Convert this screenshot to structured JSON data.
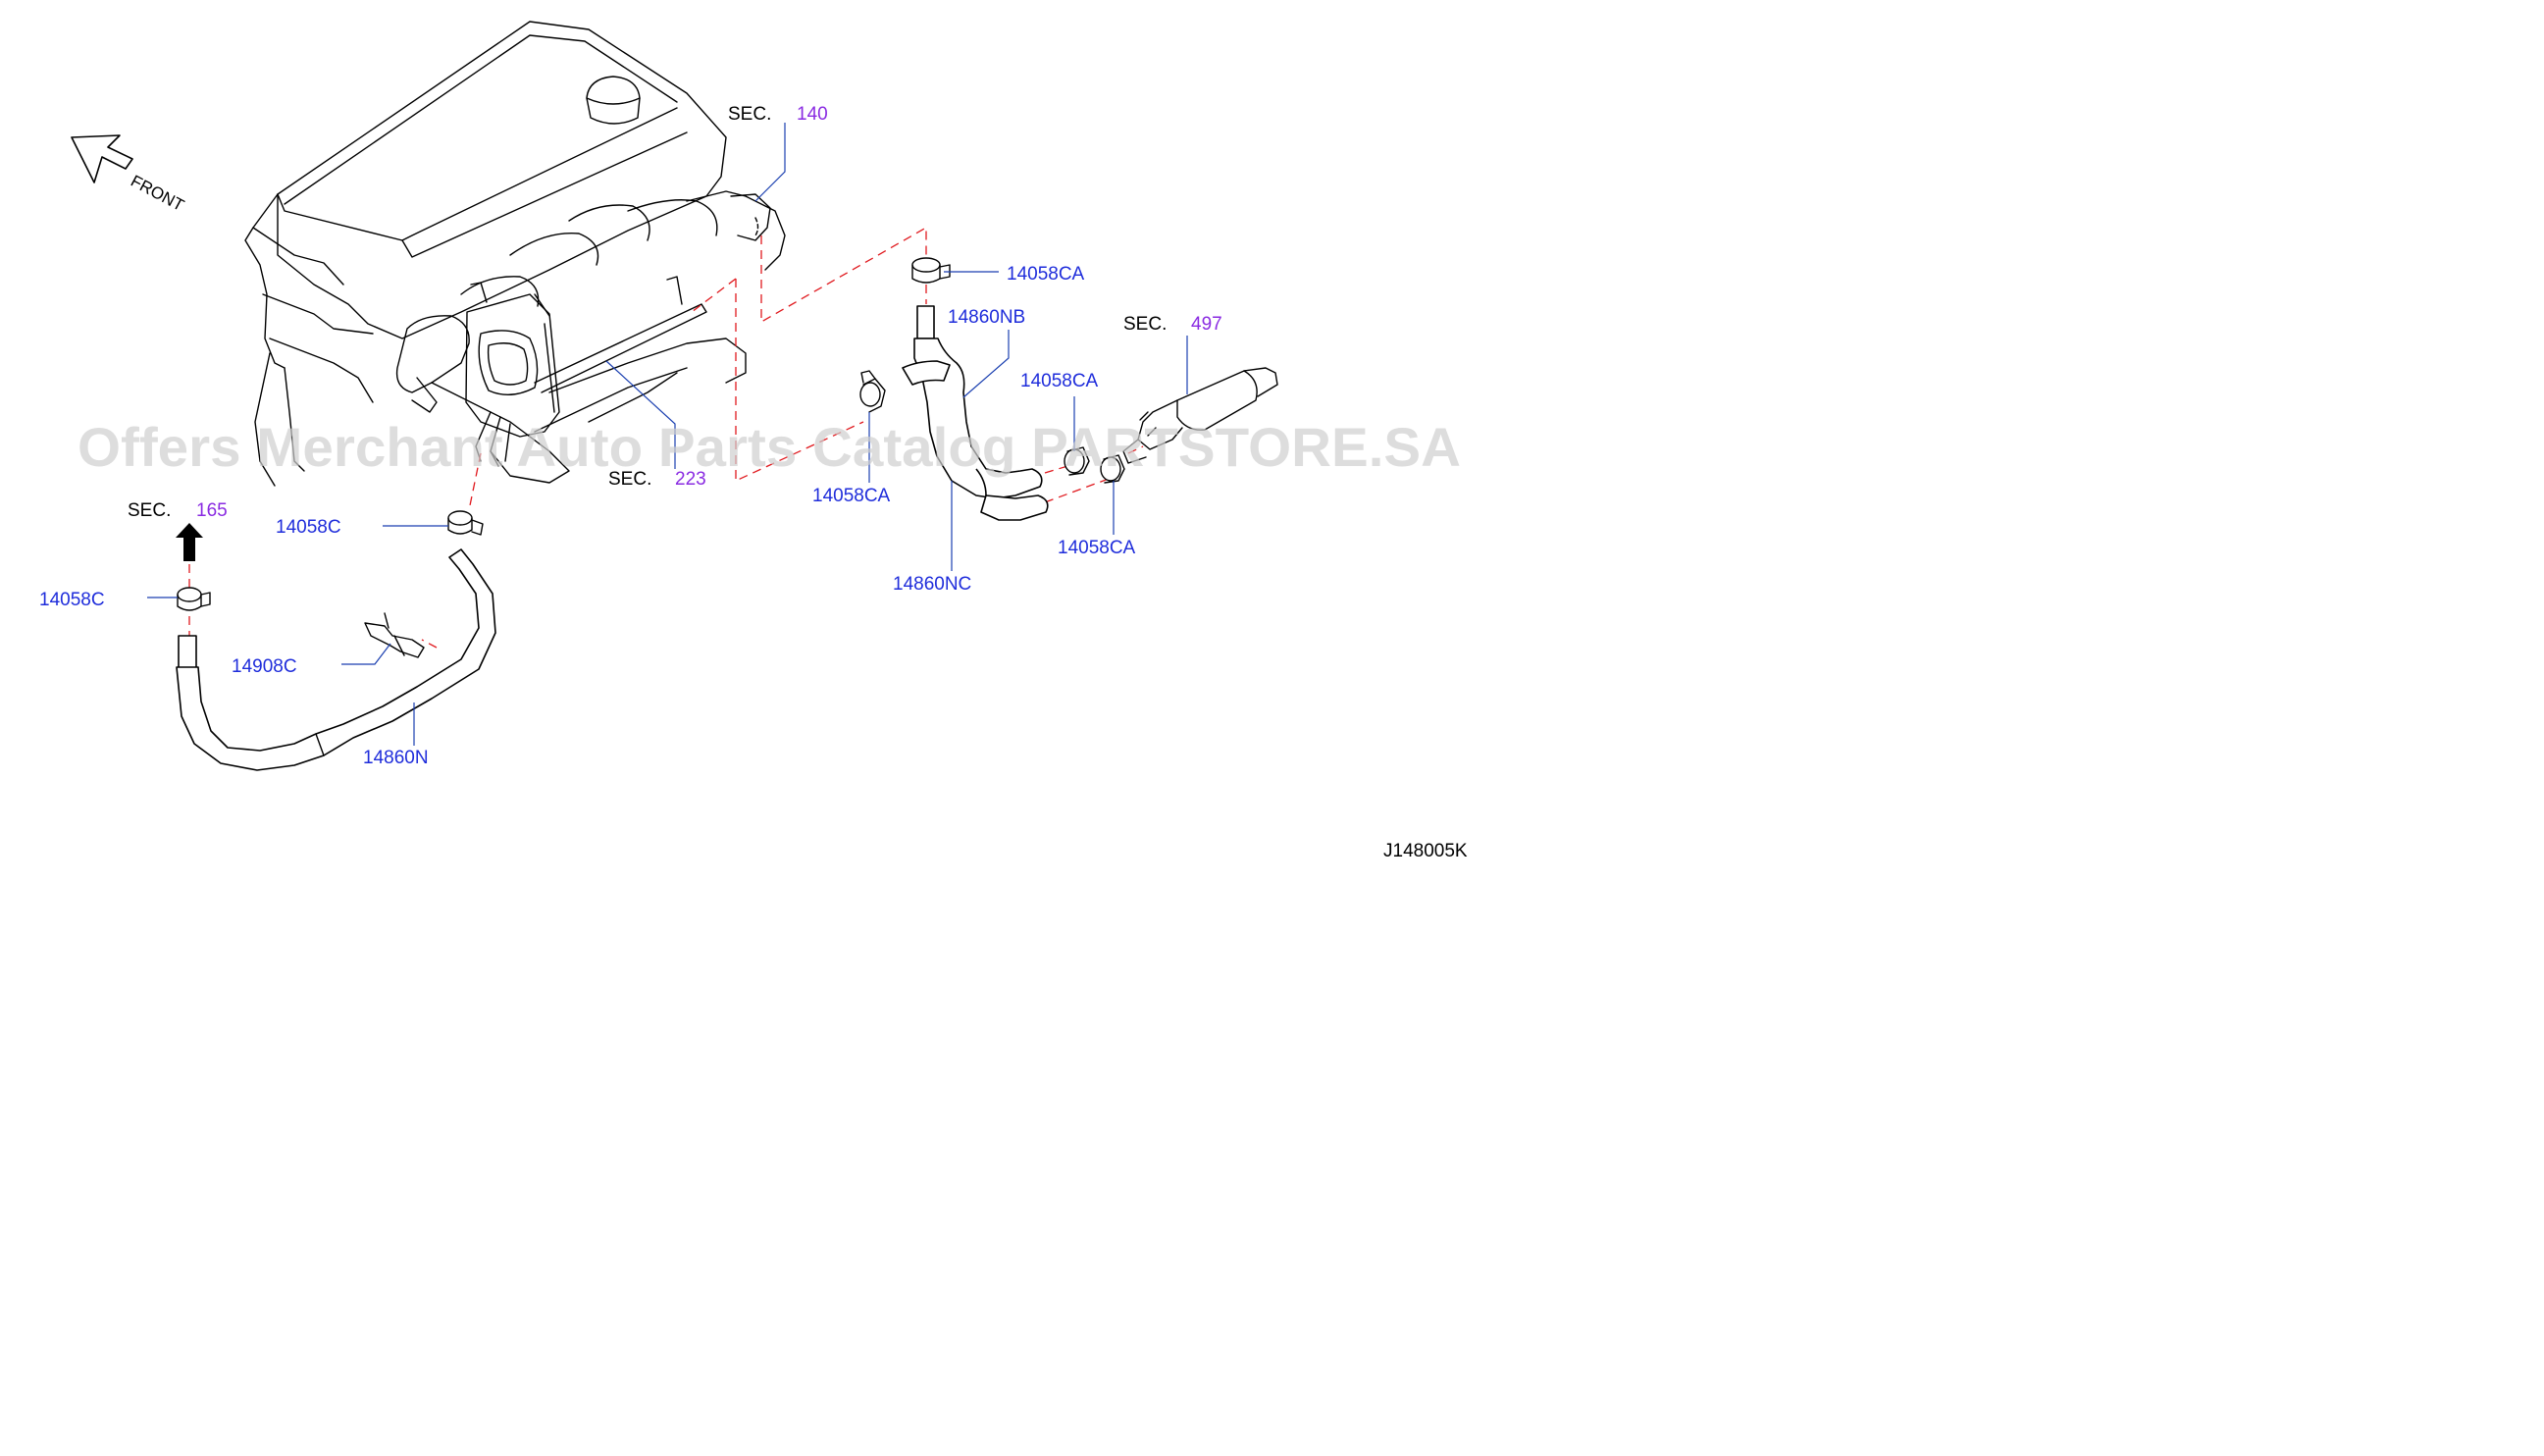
{
  "front_label": "FRONT",
  "diagram_id": "J148005K",
  "watermark": "Offers Merchant Auto Parts Catalog PARTSTORE.SA",
  "sections": [
    {
      "prefix": "SEC.",
      "number": "140"
    },
    {
      "prefix": "SEC.",
      "number": "223"
    },
    {
      "prefix": "SEC.",
      "number": "165"
    },
    {
      "prefix": "SEC.",
      "number": "497"
    }
  ],
  "parts": [
    {
      "label": "14058CA"
    },
    {
      "label": "14860NB"
    },
    {
      "label": "14058CA"
    },
    {
      "label": "14058CA"
    },
    {
      "label": "14058CA"
    },
    {
      "label": "14860NC"
    },
    {
      "label": "14058C"
    },
    {
      "label": "14058C"
    },
    {
      "label": "14908C"
    },
    {
      "label": "14860N"
    }
  ],
  "colors": {
    "part_label": "#1f2ddb",
    "section_number": "#8a2be2",
    "section_prefix": "#000000",
    "leader": "#1a3fb0",
    "dashed_line": "#e0191e",
    "watermark": "#cfcfcf"
  }
}
